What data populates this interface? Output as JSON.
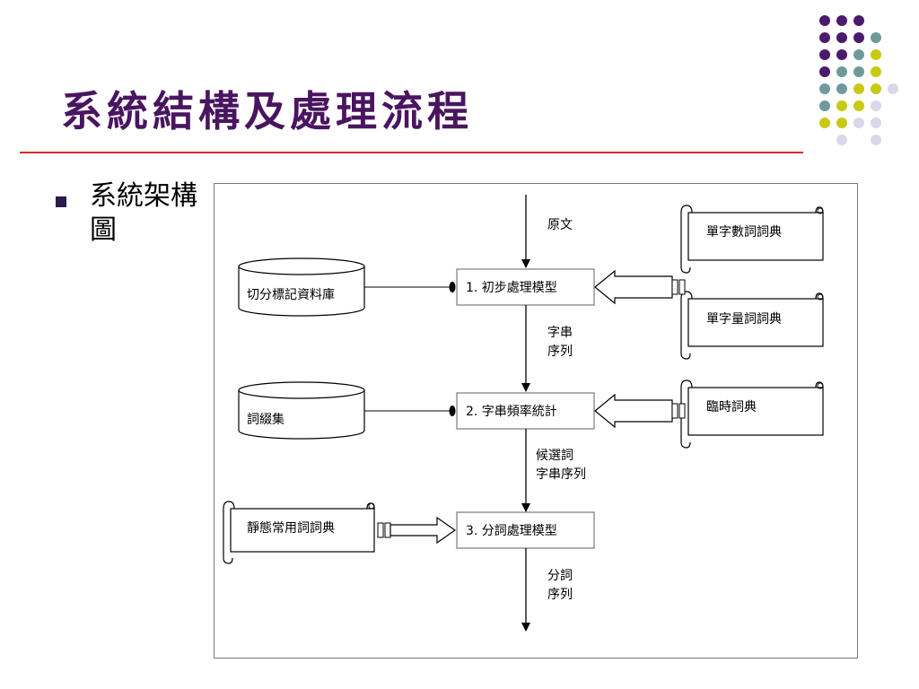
{
  "slide": {
    "title": "系統結構及處理流程",
    "bullet": "系統架構圖"
  },
  "colors": {
    "title": "#4a1560",
    "rule": "#d62a2a",
    "dot_purple": "#4a1a6b",
    "dot_teal": "#6f9a9a",
    "dot_yellow": "#c9c912",
    "dot_lavender": "#d8d8e8"
  },
  "diagram": {
    "input_label": "原文",
    "process_1": "1. 初步處理模型",
    "process_2": "2. 字串頻率統計",
    "process_3": "3. 分詞處理模型",
    "flow_1_2_line1": "字串",
    "flow_1_2_line2": "序列",
    "flow_2_3_line1": "候選詞",
    "flow_2_3_line2": "字串序列",
    "output_line1": "分詞",
    "output_line2": "序列",
    "db_corpus": "切分標記資料庫",
    "db_affix": "詞綴集",
    "dict_char_count": "單字數詞詞典",
    "dict_char_measure": "單字量詞詞典",
    "dict_temp": "臨時詞典",
    "dict_static": "靜態常用詞詞典"
  }
}
